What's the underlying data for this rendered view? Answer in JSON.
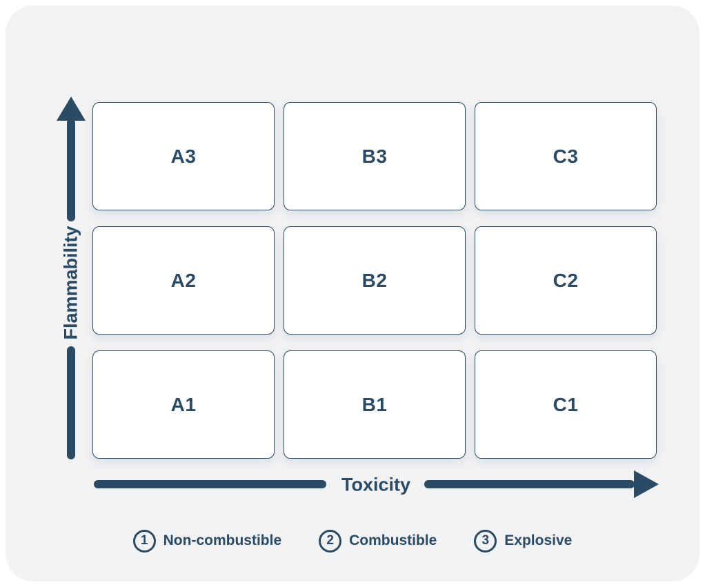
{
  "matrix": {
    "y_axis_label": "Flammability",
    "x_axis_label": "Toxicity",
    "cells": [
      {
        "label": "A3"
      },
      {
        "label": "B3"
      },
      {
        "label": "C3"
      },
      {
        "label": "A2"
      },
      {
        "label": "B2"
      },
      {
        "label": "C2"
      },
      {
        "label": "A1"
      },
      {
        "label": "B1"
      },
      {
        "label": "C1"
      }
    ]
  },
  "legend": {
    "items": [
      {
        "number": "1",
        "label": "Non-combustible"
      },
      {
        "number": "2",
        "label": "Combustible"
      },
      {
        "number": "3",
        "label": "Explosive"
      }
    ]
  },
  "colors": {
    "accent": "#2b4a63",
    "panel_background": "#f1f2f4",
    "cell_background": "#ffffff",
    "page_background": "#ffffff"
  }
}
